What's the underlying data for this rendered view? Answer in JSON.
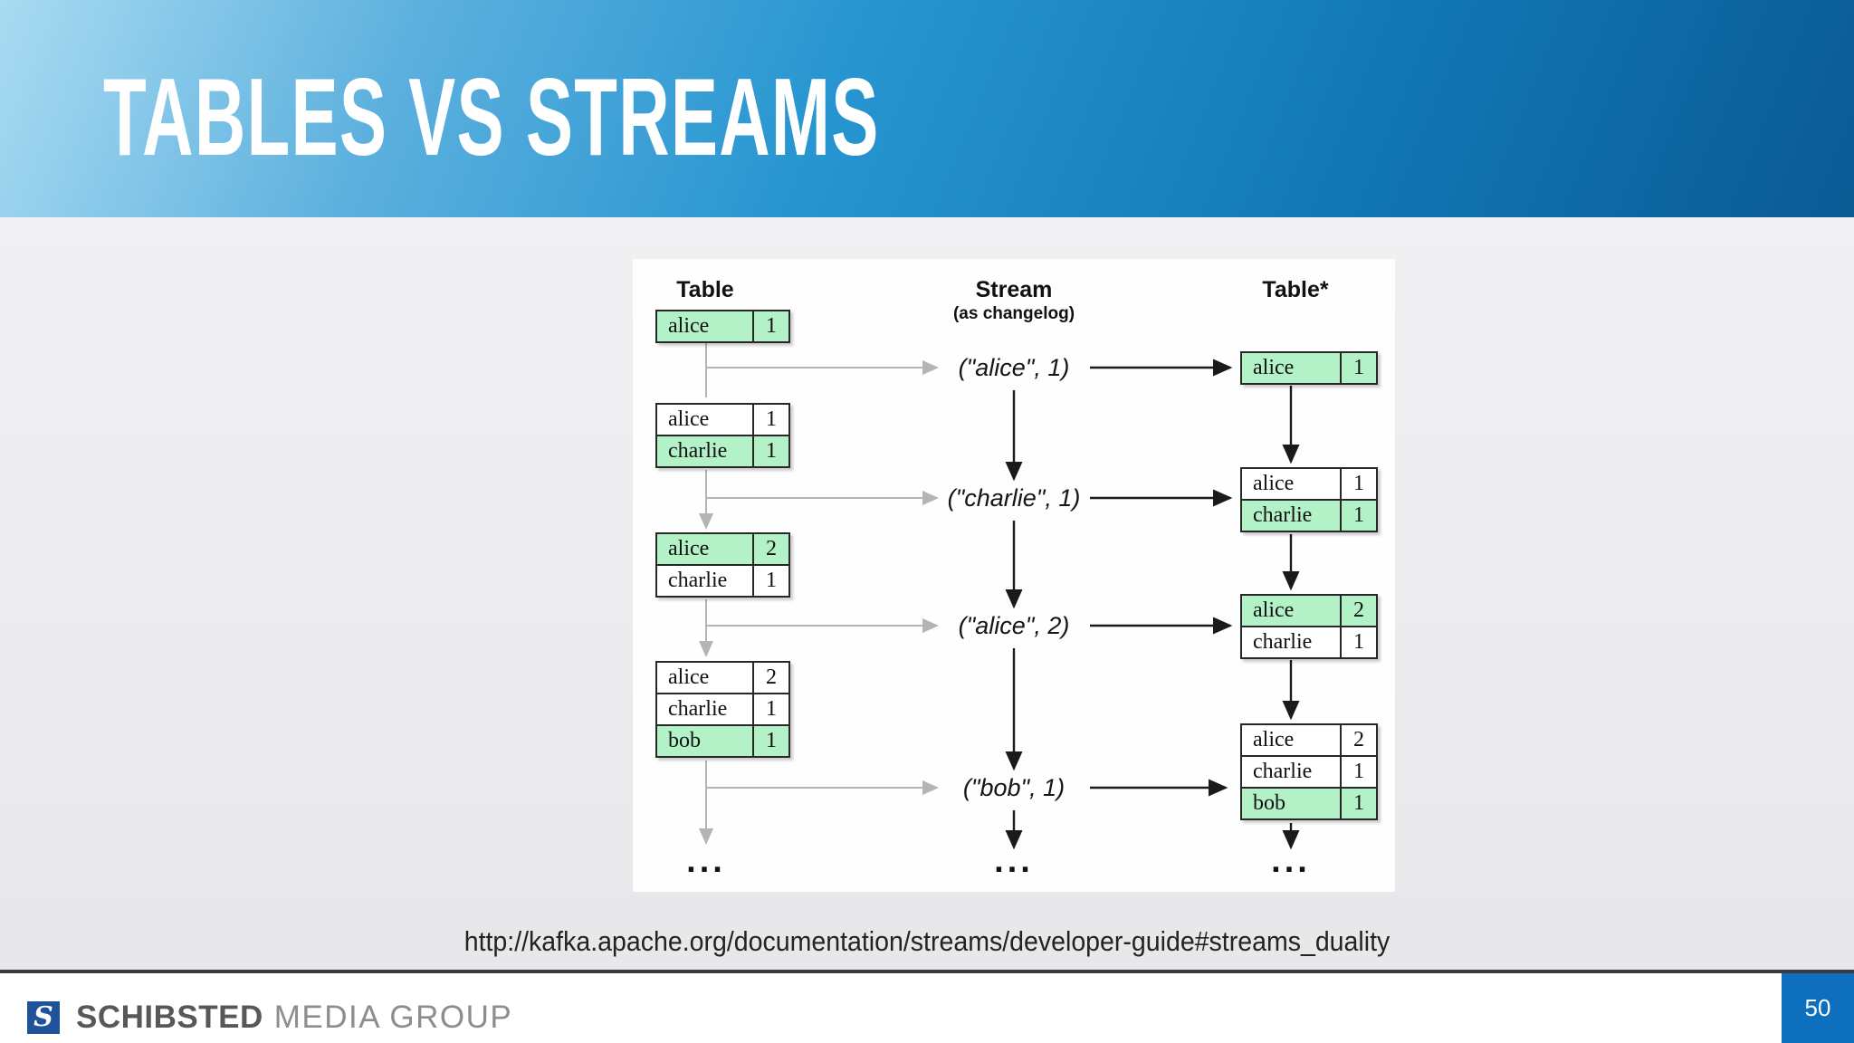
{
  "slide": {
    "title": "TABLES VS STREAMS",
    "source_url": "http://kafka.apache.org/documentation/streams/developer-guide#streams_duality",
    "page_number": "50"
  },
  "footer": {
    "logo_letter": "S",
    "brand_bold": "SCHIBSTED",
    "brand_light": "MEDIA GROUP"
  },
  "colors": {
    "header_gradient_left": "#a9dbf2",
    "header_gradient_mid": "#2795d0",
    "header_gradient_right": "#0a5a94",
    "highlight_green": "#b2f2c6",
    "table_border": "#272727",
    "gray_arrow": "#b4b4b4",
    "black_arrow": "#1a1a1a",
    "page_box_blue": "#0e6fbe",
    "logo_blue": "#20529b"
  },
  "diagram": {
    "columns": [
      {
        "label": "Table"
      },
      {
        "label": "Stream",
        "sublabel": "(as changelog)"
      },
      {
        "label": "Table*"
      }
    ],
    "left_tables": [
      {
        "rows": [
          {
            "key": "alice",
            "value": "1",
            "highlight": true
          }
        ]
      },
      {
        "rows": [
          {
            "key": "alice",
            "value": "1",
            "highlight": false
          },
          {
            "key": "charlie",
            "value": "1",
            "highlight": true
          }
        ]
      },
      {
        "rows": [
          {
            "key": "alice",
            "value": "2",
            "highlight": true
          },
          {
            "key": "charlie",
            "value": "1",
            "highlight": false
          }
        ]
      },
      {
        "rows": [
          {
            "key": "alice",
            "value": "2",
            "highlight": false
          },
          {
            "key": "charlie",
            "value": "1",
            "highlight": false
          },
          {
            "key": "bob",
            "value": "1",
            "highlight": true
          }
        ]
      }
    ],
    "stream_records": [
      "(\"alice\", 1)",
      "(\"charlie\", 1)",
      "(\"alice\", 2)",
      "(\"bob\", 1)"
    ],
    "right_tables": [
      {
        "rows": [
          {
            "key": "alice",
            "value": "1",
            "highlight": true
          }
        ]
      },
      {
        "rows": [
          {
            "key": "alice",
            "value": "1",
            "highlight": false
          },
          {
            "key": "charlie",
            "value": "1",
            "highlight": true
          }
        ]
      },
      {
        "rows": [
          {
            "key": "alice",
            "value": "2",
            "highlight": true
          },
          {
            "key": "charlie",
            "value": "1",
            "highlight": false
          }
        ]
      },
      {
        "rows": [
          {
            "key": "alice",
            "value": "2",
            "highlight": false
          },
          {
            "key": "charlie",
            "value": "1",
            "highlight": false
          },
          {
            "key": "bob",
            "value": "1",
            "highlight": true
          }
        ]
      }
    ],
    "ellipsis": "..."
  }
}
